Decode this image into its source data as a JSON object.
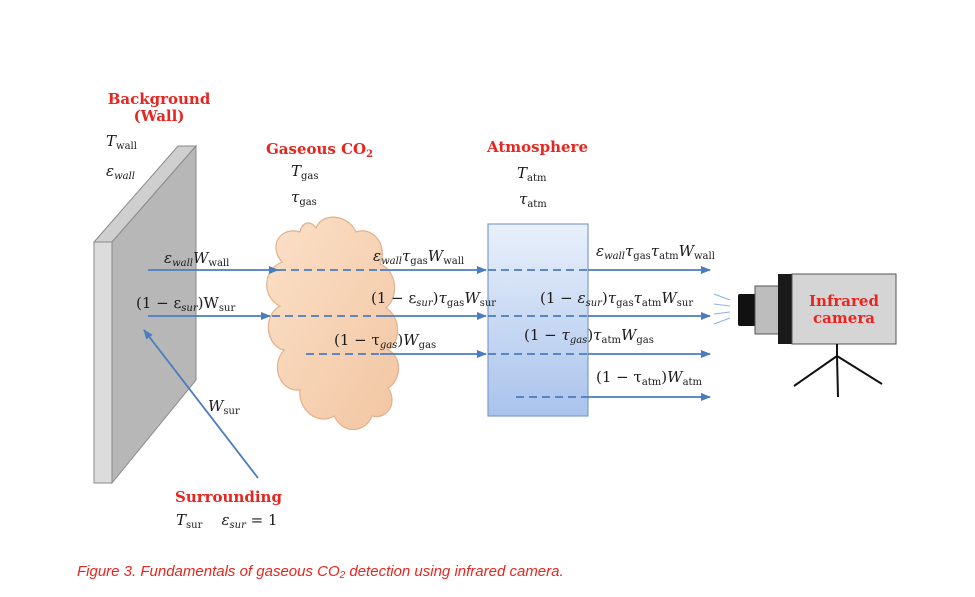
{
  "wall": {
    "heading_line1": "Background",
    "heading_line2": "(Wall)",
    "temp_symbol": "T",
    "temp_sub": "wall",
    "emis_symbol": "ε",
    "emis_sub": "wall"
  },
  "gas": {
    "heading": "Gaseous CO",
    "heading_sub": "2",
    "temp_symbol": "T",
    "temp_sub": "gas",
    "tau_symbol": "τ",
    "tau_sub": "gas"
  },
  "atmosphere": {
    "heading": "Atmosphere",
    "temp_symbol": "T",
    "temp_sub": "atm",
    "tau_symbol": "τ",
    "tau_sub": "atm"
  },
  "camera": {
    "label_line1": "Infrared",
    "label_line2": "camera"
  },
  "surrounding": {
    "heading": "Surrounding",
    "temp_symbol": "T",
    "temp_sub": "sur",
    "emis_symbol": "ε",
    "emis_sub": "sur",
    "emis_value": "= 1"
  },
  "radiation_labels": {
    "wall_emission": "ε",
    "wall_emission_sub": "wall",
    "wall_emission_W": "W",
    "wall_emission_W_sub": "wall",
    "sur_reflection_prefix": "(1 − ε",
    "sur_reflection_sub": "sur",
    "sur_reflection_suffix": ")W",
    "sur_reflection_W_sub": "sur",
    "sur_incident": "W",
    "sur_incident_sub": "sur",
    "after_gas_wall": "ε",
    "after_gas_wall_subs": [
      "wall",
      "gas",
      "wall"
    ],
    "after_gas_sur_prefix": "(1 − ε",
    "after_gas_sur_subs": [
      "sur",
      "gas",
      "sur"
    ],
    "gas_emission_prefix": "(1 − τ",
    "gas_emission_subs": [
      "gas",
      "gas"
    ],
    "after_atm_wall_subs": [
      "wall",
      "gas",
      "atm",
      "wall"
    ],
    "after_atm_sur_subs": [
      "sur",
      "gas",
      "atm",
      "sur"
    ],
    "after_atm_gas_subs": [
      "gas",
      "atm",
      "gas"
    ],
    "atm_emission_prefix": "(1 − τ",
    "atm_emission_subs": [
      "atm",
      "atm"
    ]
  },
  "caption": {
    "text_before": "Figure 3.  Fundamentals of gaseous CO",
    "sub": "2",
    "text_after": " detection using infrared camera."
  },
  "colors": {
    "heading_red": "#e8251f",
    "arrow_blue": "#4a7cc0",
    "cloud_fill": "#f6cfae",
    "wall_gray": "#b7b7b7",
    "atmosphere_blue": "#b8cdf0"
  }
}
